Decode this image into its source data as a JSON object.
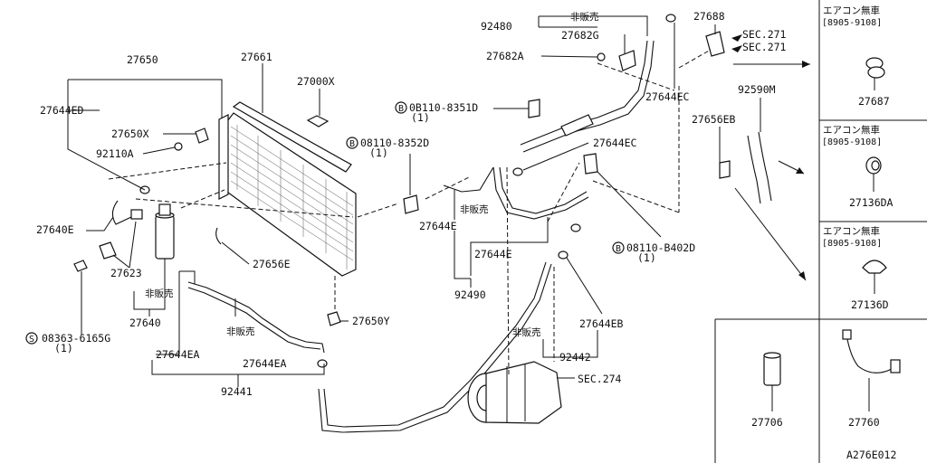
{
  "diagram_id": "A276E012",
  "part_labels": {
    "p27650": "27650",
    "p27661": "27661",
    "p27000X": "27000X",
    "p27644ED": "27644ED",
    "p27650X": "27650X",
    "p92110A": "92110A",
    "p27640E": "27640E",
    "p27623": "27623",
    "p27640": "27640",
    "p08363": "08363-6165G",
    "p08363_qty": "(1)",
    "p27656E": "27656E",
    "p27650Y": "27650Y",
    "p27644EA_1": "27644EA",
    "p27644EA_2": "27644EA",
    "p92441": "92441",
    "p08110_8352D": "08110-8352D",
    "p08110_8352D_qty": "(1)",
    "p0B110_8351D": "0B110-8351D",
    "p0B110_8351D_qty": "(1)",
    "p27644E_1": "27644E",
    "p27644E_2": "27644E",
    "p92490": "92490",
    "p92480": "92480",
    "p27682G": "27682G",
    "p27682A": "27682A",
    "p27688": "27688",
    "sec271_1": "SEC.271",
    "sec271_2": "SEC.271",
    "p27644EC_1": "27644EC",
    "p27644EC_2": "27644EC",
    "p92590M": "92590M",
    "p27656EB": "27656EB",
    "p08110_B402D": "08110-B402D",
    "p08110_B402D_qty": "(1)",
    "p27644EB": "27644EB",
    "p92442": "92442",
    "sec274": "SEC.274",
    "p27687": "27687",
    "p27136DA": "27136DA",
    "p27136D": "27136D",
    "p27706": "27706",
    "p27760": "27760"
  },
  "notes": {
    "not_sold_1": "非販売",
    "not_sold_2": "非販売",
    "not_sold_3": "非販売",
    "not_sold_4": "非販売",
    "not_sold_5": "非販売"
  },
  "side_panels": [
    {
      "title": "エアコン無車",
      "range": "[8905-9108]"
    },
    {
      "title": "エアコン無車",
      "range": "[8905-9108]"
    },
    {
      "title": "エアコン無車",
      "range": "[8905-9108]"
    }
  ],
  "circle_marks": {
    "b1": "B",
    "b2": "B",
    "b3": "B",
    "s1": "S"
  }
}
